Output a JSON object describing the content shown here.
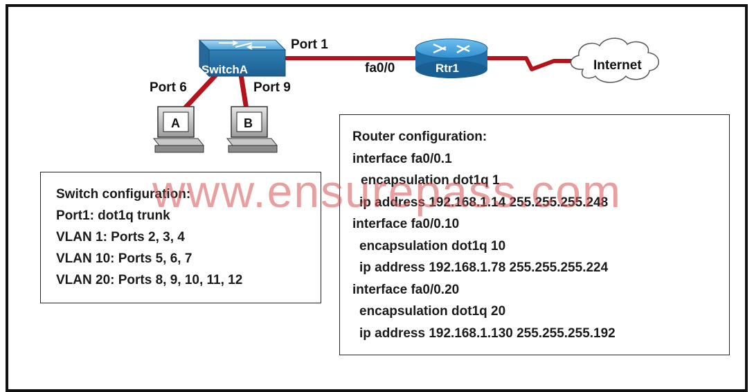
{
  "diagram": {
    "switch_name": "SwitchA",
    "router_name": "Rtr1",
    "cloud_label": "Internet",
    "pc_a_label": "A",
    "pc_b_label": "B",
    "port1_label": "Port 1",
    "port6_label": "Port 6",
    "port9_label": "Port 9",
    "router_interface_label": "fa0/0",
    "watermark": "www.ensurepass.com",
    "colors": {
      "link": "#b5121b",
      "device": "#2f7fb5",
      "router": "#2f8fd0"
    }
  },
  "switch_config": {
    "lines": [
      "Switch configuration:",
      "Port1: dot1q trunk",
      "VLAN 1: Ports 2, 3, 4",
      "VLAN 10: Ports 5, 6, 7",
      "VLAN 20: Ports 8, 9, 10, 11, 12"
    ]
  },
  "router_config": {
    "lines": [
      "Router configuration:",
      "interface fa0/0.1",
      "encapsulation dot1q 1",
      "ip address 192.168.1.14 255.255.255.248",
      "interface fa0/0.10",
      "encapsulation dot1q 10",
      "ip address 192.168.1.78 255.255.255.224",
      "interface fa0/0.20",
      "encapsulation dot1q 20",
      "ip address 192.168.1.130 255.255.255.192"
    ]
  }
}
